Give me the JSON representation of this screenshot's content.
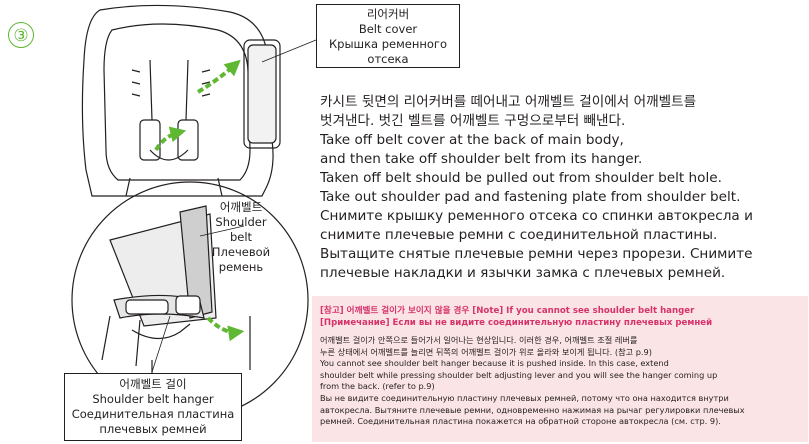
{
  "step_number": "③",
  "callouts": {
    "belt_cover": [
      "리어커버",
      "Belt cover",
      "Крышка ременного",
      "отсека"
    ],
    "shoulder_belt": [
      "어깨벨트",
      "Shoulder belt",
      "Плечевой",
      "ремень"
    ],
    "hanger": [
      "어깨벨트 걸이",
      "Shoulder belt hanger",
      "Соединительная пластина",
      "плечевых ремней"
    ]
  },
  "main_text": [
    "카시트 뒷면의 리어커버를 떼어내고 어깨벨트 걸이에서 어깨벨트를",
    "벗겨낸다. 벗긴 벨트를 어깨벨트 구멍으로부터 빼낸다.",
    "Take off belt cover at the back of main body,",
    "and then take off shoulder belt from its hanger.",
    "Taken off belt should be pulled out from shoulder belt hole.",
    "Take out shoulder pad and fastening plate from shoulder belt.",
    "Снимите крышку ременного отсека со спинки автокресла и",
    "снимите плечевые ремни с соединительной пластины.",
    "Вытащите снятые плечевые ремни через прорези. Снимите",
    "плечевые накладки и язычки замка с плечевых ремней."
  ],
  "note": {
    "title": [
      "[참고] 어깨벨트 걸이가 보이지 않을 경우 [Note] If you cannot see shoulder belt hanger",
      "[Примечание] Если вы не видите соединительную пластину плечевых ремней"
    ],
    "body": [
      "어깨벨트 걸이가 안쪽으로 들어가서 일어나는 현상입니다. 이러한 경우, 어깨벨트 조절 레버를",
      "누른 상태에서 어깨벨트를 늘리면 뒤쪽의 어깨벨트 걸이가 위로 올라와 보이게 됩니다. (참고 p.9)",
      "You cannot see shoulder belt hanger because it is pushed inside. In this case, extend",
      "shoulder belt while pressing shoulder belt adjusting lever and you will see the hanger coming up",
      "from the back. (refer to p.9)",
      "Вы не видите соединительную пластину плечевых ремней, потому что она находится внутри",
      "автокресла. Вытяните плечевые ремни, одновременно нажимая на рычаг регулировки плечевых",
      "ремней. Соединительная пластина покажется на обратной стороне автокресла (см. стр. 9)."
    ]
  },
  "colors": {
    "accent": "#5fb832",
    "note_bg": "#fbe4e6",
    "note_title": "#d6336c"
  }
}
